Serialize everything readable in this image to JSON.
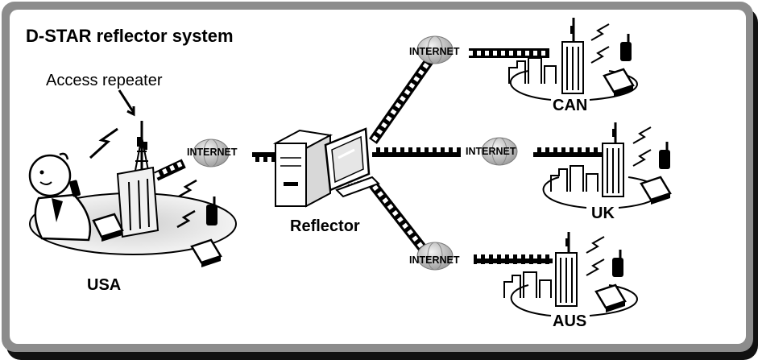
{
  "diagram": {
    "title": "D-STAR reflector system",
    "access_repeater_label": "Access repeater",
    "reflector_label": "Reflector",
    "internet_label": "INTERNET",
    "sites": {
      "usa": "USA",
      "can": "CAN",
      "uk": "UK",
      "aus": "AUS"
    }
  },
  "colors": {
    "frame": "#8c8c8c",
    "frame_shadow": "#111111",
    "ground_shade": "#d9d9d9",
    "globe": "#b5b5b5",
    "ink": "#000000"
  },
  "icons": [
    "globe-icon",
    "server-tower-icon",
    "monitor-icon",
    "radio-tower-icon",
    "handheld-radio-icon",
    "mobile-radio-icon",
    "person-icon",
    "city-skyline-icon",
    "data-link-icon",
    "lightning-signal-icon"
  ]
}
